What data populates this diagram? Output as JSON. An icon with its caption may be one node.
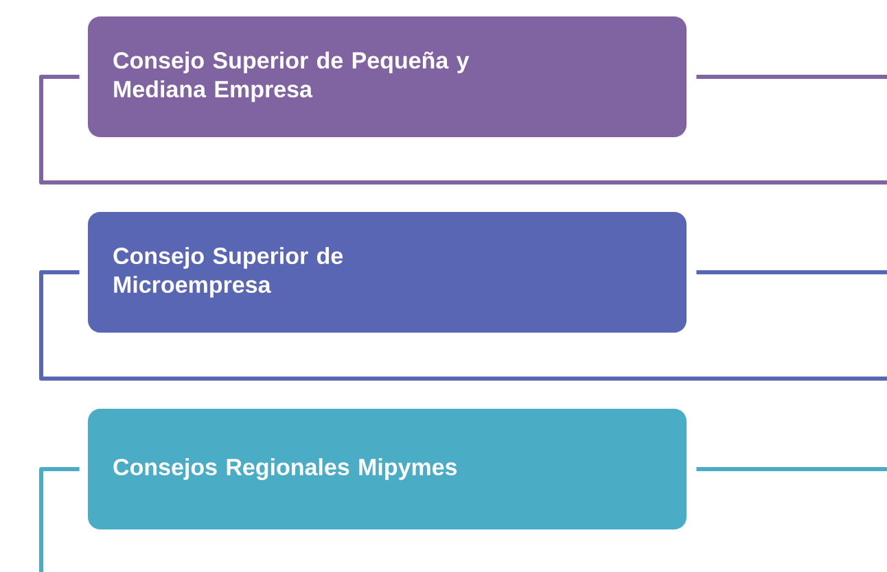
{
  "diagram": {
    "nodes": [
      {
        "text": [
          "Consejo Superior de Pequeña y Mediana Empresa"
        ]
      },
      {
        "text": [
          "Consejo Superior de Microempresa"
        ]
      },
      {
        "text": [
          "Consejos Regionales Mipymes"
        ]
      }
    ],
    "edges": [
      {
        "from": 0,
        "to": null,
        "arrow": "none",
        "color": "#8064a2"
      },
      {
        "from": 0,
        "to": null,
        "arrow": "none",
        "color": "#8064a2"
      },
      {
        "from": 1,
        "to": null,
        "arrow": "none",
        "color": "#5866b3"
      },
      {
        "from": 1,
        "to": null,
        "arrow": "none",
        "color": "#5866b3"
      },
      {
        "from": 2,
        "to": null,
        "arrow": "none",
        "color": "#4bacc6"
      },
      {
        "from": 2,
        "to": null,
        "arrow": "none",
        "color": "#4bacc6"
      }
    ]
  }
}
